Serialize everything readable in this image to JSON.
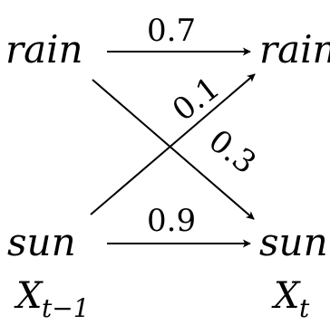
{
  "nodes": {
    "rain_prev": "rain",
    "rain_next": "rain",
    "sun_prev": "sun",
    "sun_next": "sun"
  },
  "edges": {
    "rain_to_rain": "0.7",
    "sun_to_rain": "0.1",
    "rain_to_sun": "0.3",
    "sun_to_sun": "0.9"
  },
  "variables": {
    "prev": {
      "base": "X",
      "sub": "t−1"
    },
    "next": {
      "base": "X",
      "sub": "t"
    }
  },
  "colors": {
    "ink": "#000000",
    "background": "#ffffff"
  }
}
